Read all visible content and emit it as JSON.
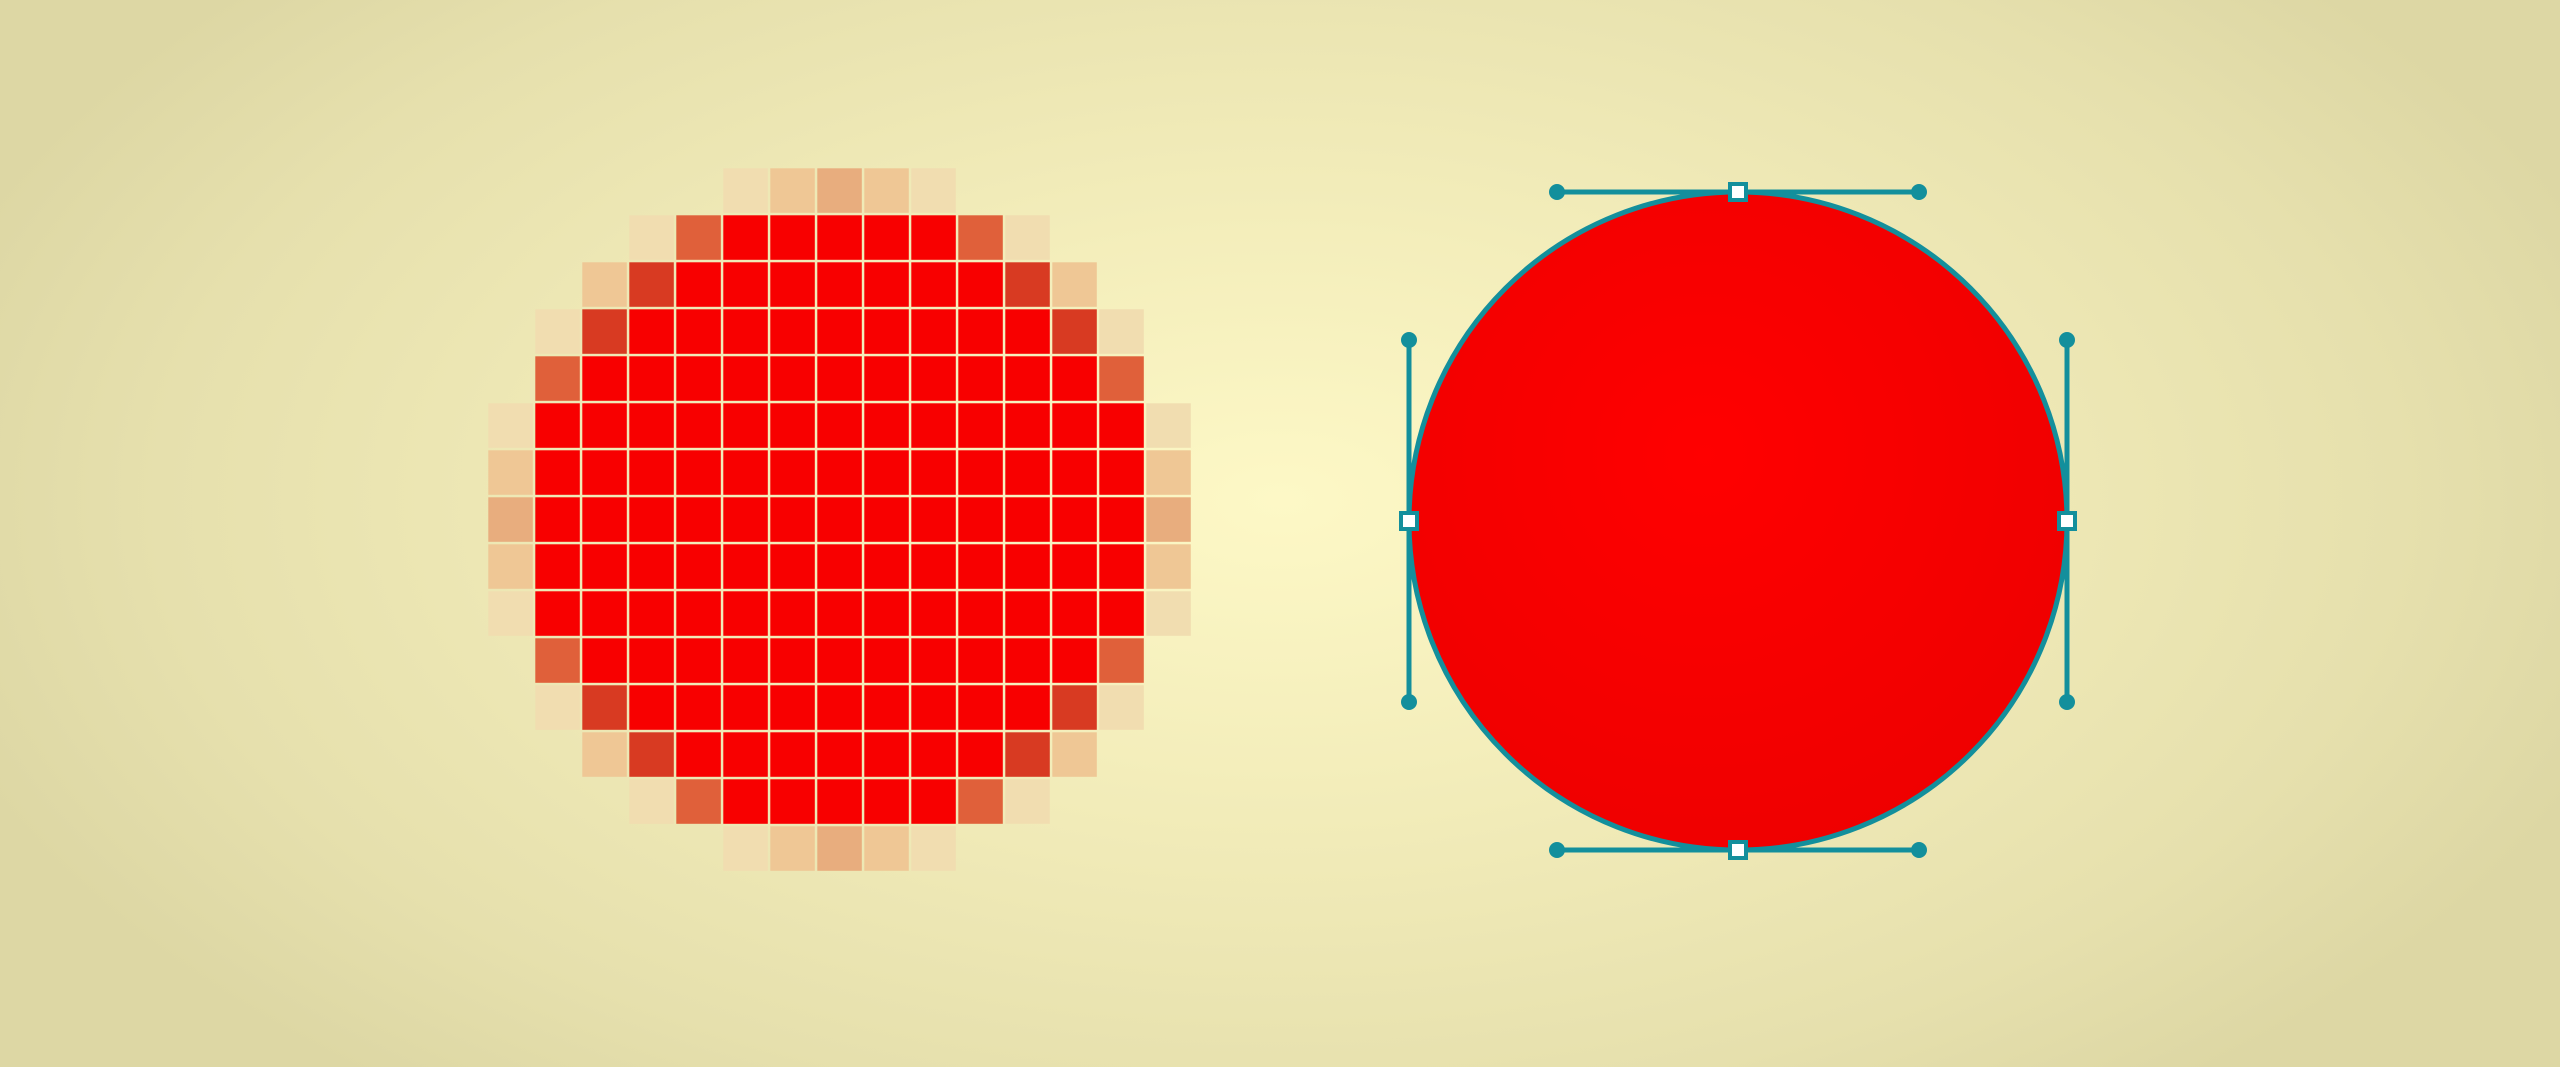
{
  "colors": {
    "fill": "#f80000",
    "gridline": "#f7ecc3",
    "handle": "#138f9c",
    "handle_point_fill": "#ffffff"
  },
  "raster": {
    "columns": 15,
    "rows": 15,
    "pixels": [
      "...........................................",
      "",
      "",
      "",
      "",
      "",
      "",
      "",
      "",
      "",
      "",
      "",
      "",
      "",
      ""
    ],
    "rows_data": [
      [
        "",
        "",
        "",
        "",
        "",
        "t1",
        "t2",
        "t3",
        "t2",
        "t1",
        "",
        "",
        "",
        "",
        ""
      ],
      [
        "",
        "",
        "",
        "t1",
        "e2",
        "R",
        "R",
        "R",
        "R",
        "R",
        "e2",
        "t1",
        "",
        "",
        ""
      ],
      [
        "",
        "",
        "t2",
        "e3",
        "R",
        "R",
        "R",
        "R",
        "R",
        "R",
        "R",
        "e3",
        "t2",
        "",
        ""
      ],
      [
        "",
        "t1",
        "e3",
        "R",
        "R",
        "R",
        "R",
        "R",
        "R",
        "R",
        "R",
        "R",
        "e3",
        "t1",
        ""
      ],
      [
        "",
        "e2",
        "R",
        "R",
        "R",
        "R",
        "R",
        "R",
        "R",
        "R",
        "R",
        "R",
        "R",
        "e2",
        ""
      ],
      [
        "t1",
        "R",
        "R",
        "R",
        "R",
        "R",
        "R",
        "R",
        "R",
        "R",
        "R",
        "R",
        "R",
        "R",
        "t1"
      ],
      [
        "t2",
        "R",
        "R",
        "R",
        "R",
        "R",
        "R",
        "R",
        "R",
        "R",
        "R",
        "R",
        "R",
        "R",
        "t2"
      ],
      [
        "t3",
        "R",
        "R",
        "R",
        "R",
        "R",
        "R",
        "R",
        "R",
        "R",
        "R",
        "R",
        "R",
        "R",
        "t3"
      ],
      [
        "t2",
        "R",
        "R",
        "R",
        "R",
        "R",
        "R",
        "R",
        "R",
        "R",
        "R",
        "R",
        "R",
        "R",
        "t2"
      ],
      [
        "t1",
        "R",
        "R",
        "R",
        "R",
        "R",
        "R",
        "R",
        "R",
        "R",
        "R",
        "R",
        "R",
        "R",
        "t1"
      ],
      [
        "",
        "e2",
        "R",
        "R",
        "R",
        "R",
        "R",
        "R",
        "R",
        "R",
        "R",
        "R",
        "R",
        "e2",
        ""
      ],
      [
        "",
        "t1",
        "e3",
        "R",
        "R",
        "R",
        "R",
        "R",
        "R",
        "R",
        "R",
        "R",
        "e3",
        "t1",
        ""
      ],
      [
        "",
        "",
        "t2",
        "e3",
        "R",
        "R",
        "R",
        "R",
        "R",
        "R",
        "R",
        "e3",
        "t2",
        "",
        ""
      ],
      [
        "",
        "",
        "",
        "t1",
        "e2",
        "R",
        "R",
        "R",
        "R",
        "R",
        "e2",
        "t1",
        "",
        "",
        ""
      ],
      [
        "",
        "",
        "",
        "",
        "",
        "t1",
        "t2",
        "t3",
        "t2",
        "t1",
        "",
        "",
        "",
        "",
        ""
      ]
    ],
    "palette": {
      "R": "#f80000",
      "e2": "#e0603a",
      "e3": "#d83a22",
      "t1": "#f1ddb0",
      "t2": "#efc795",
      "t3": "#e8ad7e"
    }
  },
  "vector": {
    "anchor_count": 4,
    "handles_per_anchor": 2
  }
}
